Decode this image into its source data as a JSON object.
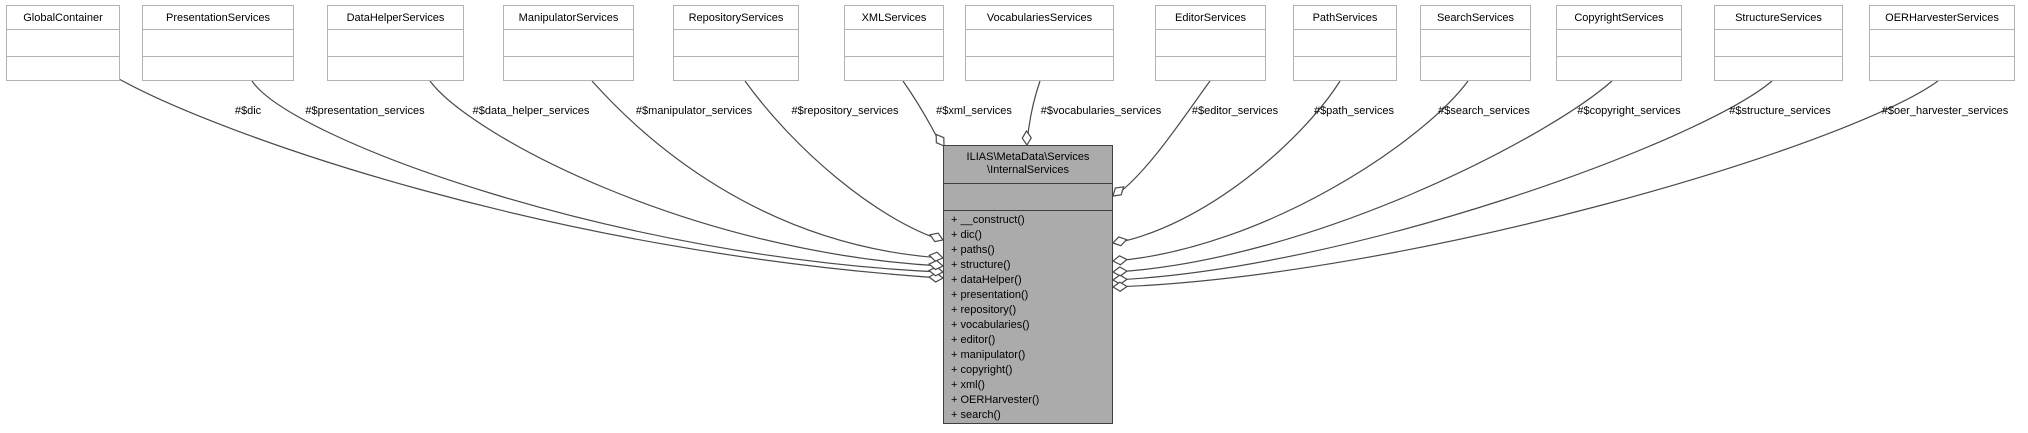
{
  "colors": {
    "center_fill": "#ababab",
    "center_border": "#404040",
    "node_border": "#b2b2b2",
    "edge_line": "#4a4a4a"
  },
  "nodes": [
    {
      "name": "GlobalContainer"
    },
    {
      "name": "PresentationServices"
    },
    {
      "name": "DataHelperServices"
    },
    {
      "name": "ManipulatorServices"
    },
    {
      "name": "RepositoryServices"
    },
    {
      "name": "XMLServices"
    },
    {
      "name": "VocabulariesServices"
    },
    {
      "name": "EditorServices"
    },
    {
      "name": "PathServices"
    },
    {
      "name": "SearchServices"
    },
    {
      "name": "CopyrightServices"
    },
    {
      "name": "StructureServices"
    },
    {
      "name": "OERHarvesterServices"
    }
  ],
  "edges": [
    {
      "label": "#$dic"
    },
    {
      "label": "#$presentation_services"
    },
    {
      "label": "#$data_helper_services"
    },
    {
      "label": "#$manipulator_services"
    },
    {
      "label": "#$repository_services"
    },
    {
      "label": "#$xml_services"
    },
    {
      "label": "#$vocabularies_services"
    },
    {
      "label": "#$editor_services"
    },
    {
      "label": "#$path_services"
    },
    {
      "label": "#$search_services"
    },
    {
      "label": "#$copyright_services"
    },
    {
      "label": "#$structure_services"
    },
    {
      "label": "#$oer_harvester_services"
    }
  ],
  "center": {
    "name_line1": "ILIAS\\MetaData\\Services",
    "name_line2": "\\InternalServices",
    "methods": [
      "+ __construct()",
      "+ dic()",
      "+ paths()",
      "+ structure()",
      "+ dataHelper()",
      "+ presentation()",
      "+ repository()",
      "+ vocabularies()",
      "+ editor()",
      "+ manipulator()",
      "+ copyright()",
      "+ xml()",
      "+ OERHarvester()",
      "+ search()"
    ]
  }
}
